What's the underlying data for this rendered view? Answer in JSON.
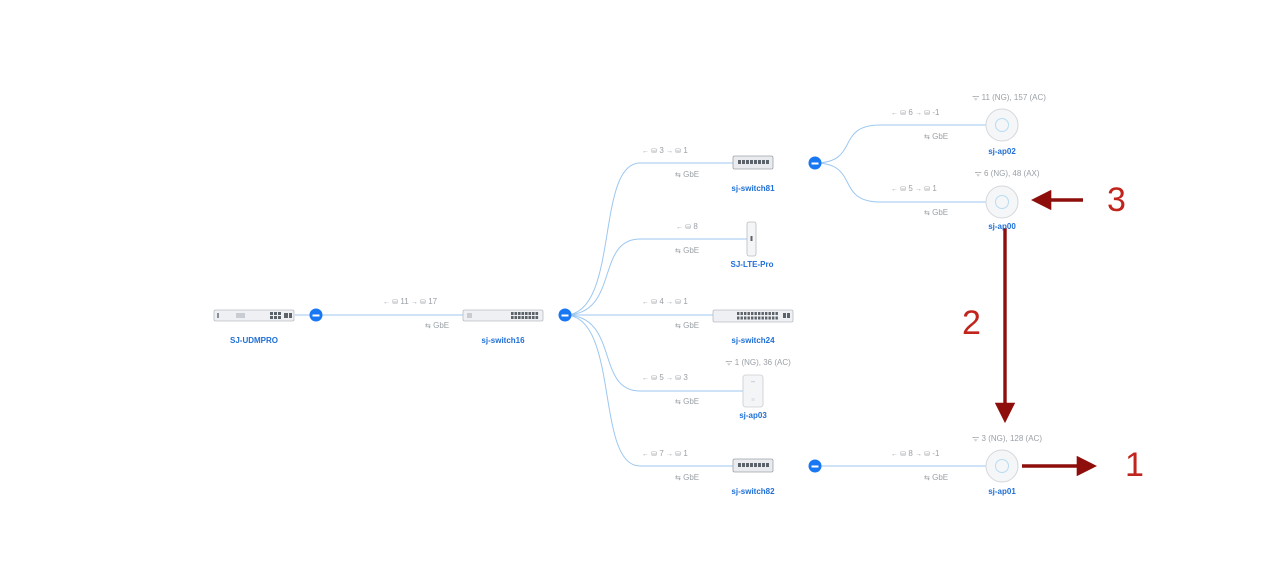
{
  "topology": {
    "devices": {
      "udmpro": {
        "label": "SJ-UDMPRO",
        "icon": "gateway-icon"
      },
      "switch16": {
        "label": "sj-switch16",
        "icon": "switch-icon"
      },
      "switch81": {
        "label": "sj-switch81",
        "icon": "switch-icon"
      },
      "lte": {
        "label": "SJ-LTE-Pro",
        "icon": "lte-modem-icon"
      },
      "switch24": {
        "label": "sj-switch24",
        "icon": "switch-icon"
      },
      "ap03": {
        "label": "sj-ap03",
        "icon": "wall-access-point-icon"
      },
      "switch82": {
        "label": "sj-switch82",
        "icon": "switch-icon"
      },
      "ap02": {
        "label": "sj-ap02",
        "icon": "access-point-icon"
      },
      "ap00": {
        "label": "sj-ap00",
        "icon": "access-point-icon"
      },
      "ap01": {
        "label": "sj-ap01",
        "icon": "access-point-icon"
      }
    },
    "links": {
      "switch16": {
        "down": "11",
        "up": "17",
        "speed": "GbE"
      },
      "switch81": {
        "down": "3",
        "up": "1",
        "speed": "GbE"
      },
      "lte": {
        "down": "8",
        "speed": "GbE"
      },
      "switch24": {
        "down": "4",
        "up": "1",
        "speed": "GbE"
      },
      "ap03": {
        "down": "5",
        "up": "3",
        "speed": "GbE"
      },
      "switch82": {
        "down": "7",
        "up": "1",
        "speed": "GbE"
      },
      "ap02": {
        "down": "6",
        "up": "-1",
        "speed": "GbE"
      },
      "ap00": {
        "down": "5",
        "up": "1",
        "speed": "GbE"
      },
      "ap01": {
        "down": "8",
        "up": "-1",
        "speed": "GbE"
      }
    },
    "radio": {
      "ap02": "11 (NG), 157 (AC)",
      "ap00": "6 (NG), 48 (AX)",
      "ap03": "1 (NG), 36 (AC)",
      "ap01": "3 (NG), 128 (AC)"
    }
  },
  "annotations": {
    "one": "1",
    "two": "2",
    "three": "3"
  },
  "colors": {
    "link": "#9cc7f0",
    "accent": "#1877f2",
    "annotation": "#8e0e0b",
    "annotation_text": "#c0241c"
  }
}
